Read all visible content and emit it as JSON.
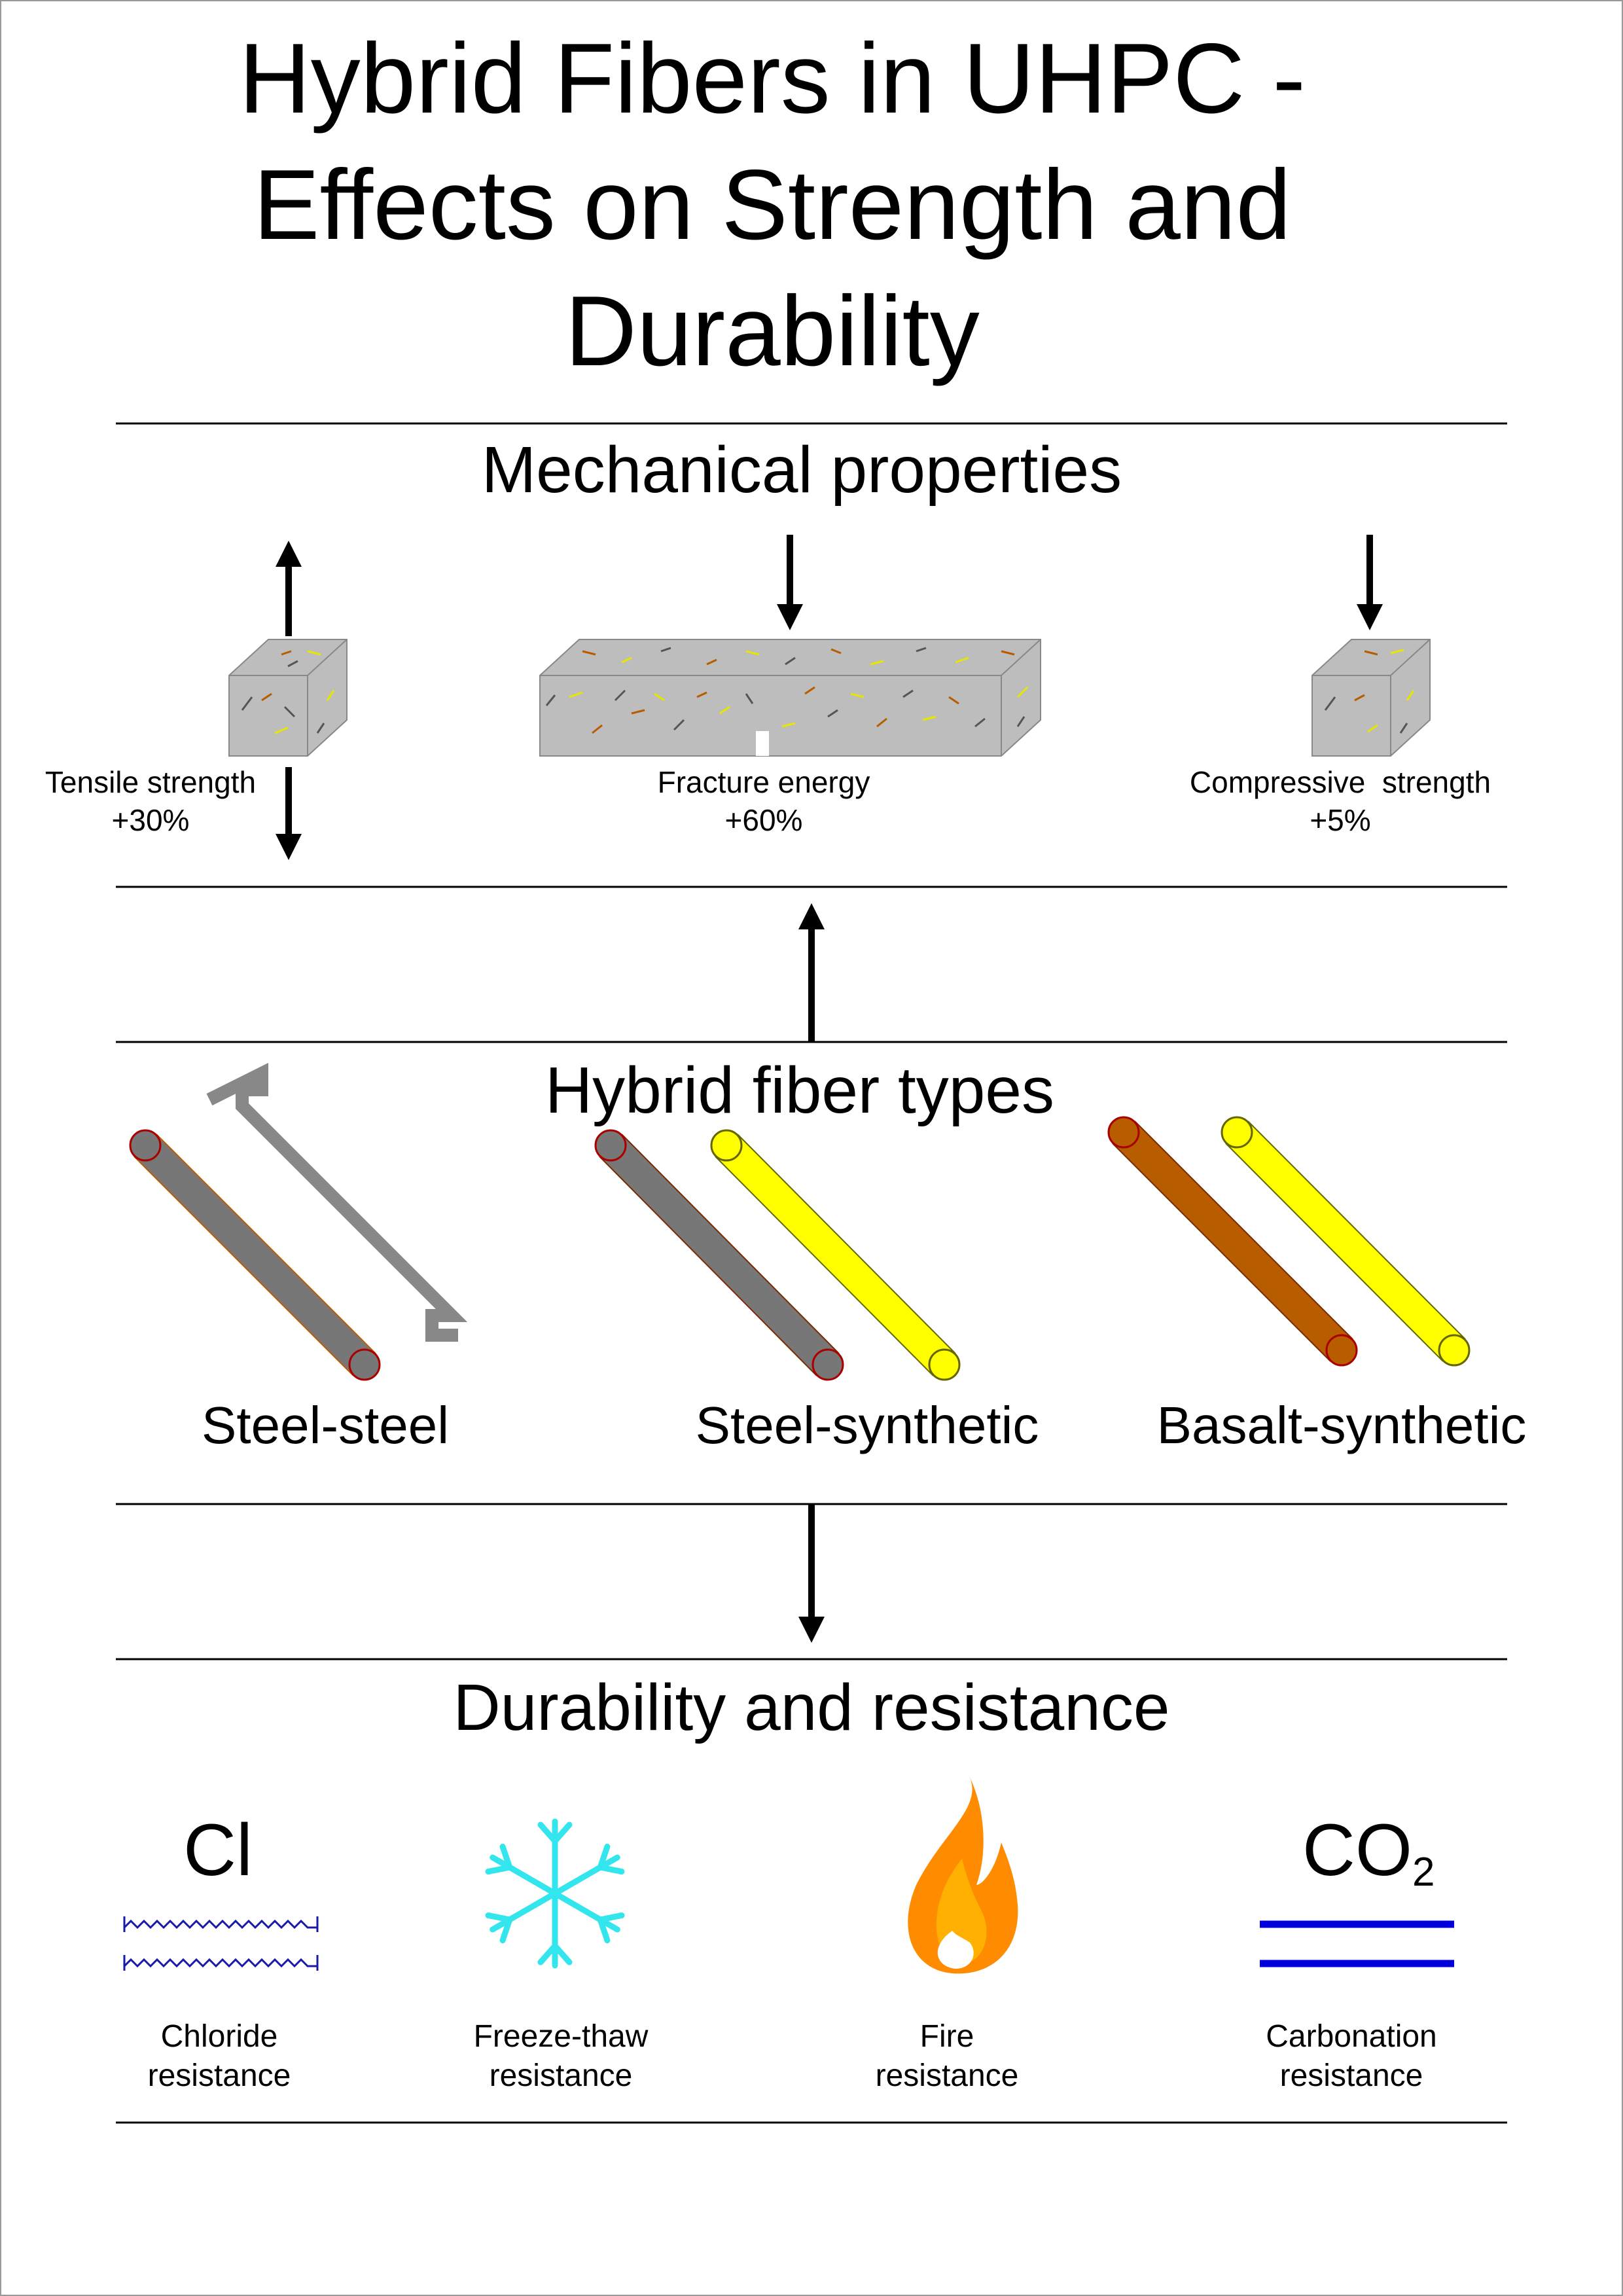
{
  "title": {
    "line1": "Hybrid Fibers in UHPC -",
    "line2": "Effects on Strength and",
    "line3": "Durability"
  },
  "mechanical": {
    "heading": "Mechanical properties",
    "items": [
      {
        "label": "Tensile strength",
        "value": "+30%"
      },
      {
        "label": "Fracture energy",
        "value": "+60%"
      },
      {
        "label": "Compressive  strength",
        "value": "+5%"
      }
    ]
  },
  "fibers": {
    "heading": "Hybrid fiber types",
    "items": [
      {
        "label": "Steel-steel"
      },
      {
        "label": "Steel-synthetic"
      },
      {
        "label": "Basalt-synthetic"
      }
    ]
  },
  "durability": {
    "heading": "Durability and resistance",
    "items": [
      {
        "symbol": "Cl",
        "line1": "Chloride",
        "line2": "resistance"
      },
      {
        "line1": "Freeze-thaw",
        "line2": "resistance"
      },
      {
        "line1": "Fire",
        "line2": "resistance"
      },
      {
        "symbol": "CO",
        "subscript": "2",
        "line1": "Carbonation",
        "line2": "resistance"
      }
    ]
  },
  "colors": {
    "concrete": "#bdbdbd",
    "steel_fiber": "#777777",
    "synthetic_fiber": "#ffff00",
    "basalt_fiber": "#b85c00",
    "snowflake": "#33e6ee",
    "flame": "#ff8c00",
    "carbonation": "#0000dd",
    "chloride": "#1a1aa8"
  }
}
